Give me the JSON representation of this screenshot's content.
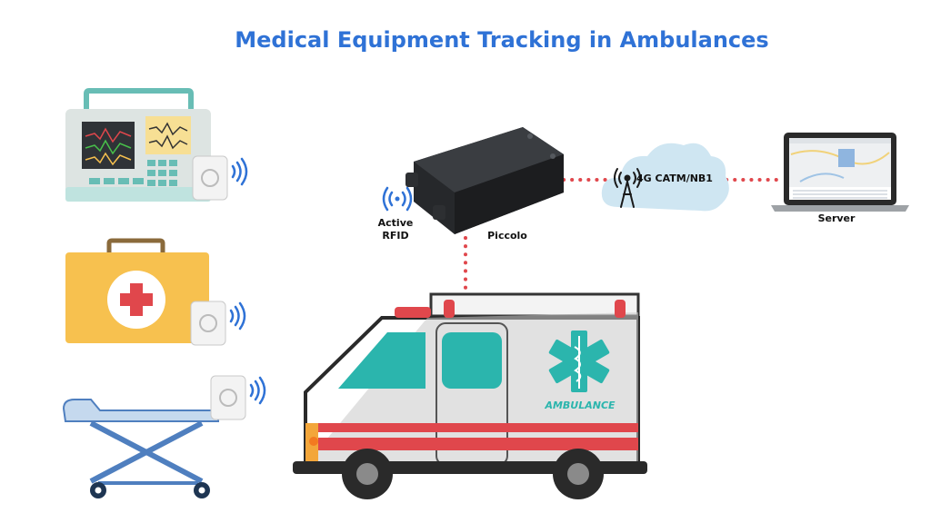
{
  "title": "Medical Equipment Tracking in Ambulances",
  "labels": {
    "rfid_line1": "Active",
    "rfid_line2": "RFID",
    "piccolo": "Piccolo",
    "network": "4G CATM/NB1",
    "server": "Server",
    "ambulance": "AMBULANCE"
  },
  "colors": {
    "title": "#2f72d6",
    "link_dots": "#e0474c",
    "teal": "#2bb5ad",
    "cloud": "#cfe6f2",
    "first_aid": "#f7c14f",
    "ambulance_stripe": "#e0474c"
  },
  "icons": [
    "patient-monitor-icon",
    "first-aid-kit-icon",
    "stretcher-icon",
    "rfid-tag-icon",
    "wireless-signal-icon",
    "cell-tower-icon",
    "laptop-icon",
    "tracker-device-icon",
    "ambulance-icon",
    "star-of-life-icon"
  ]
}
